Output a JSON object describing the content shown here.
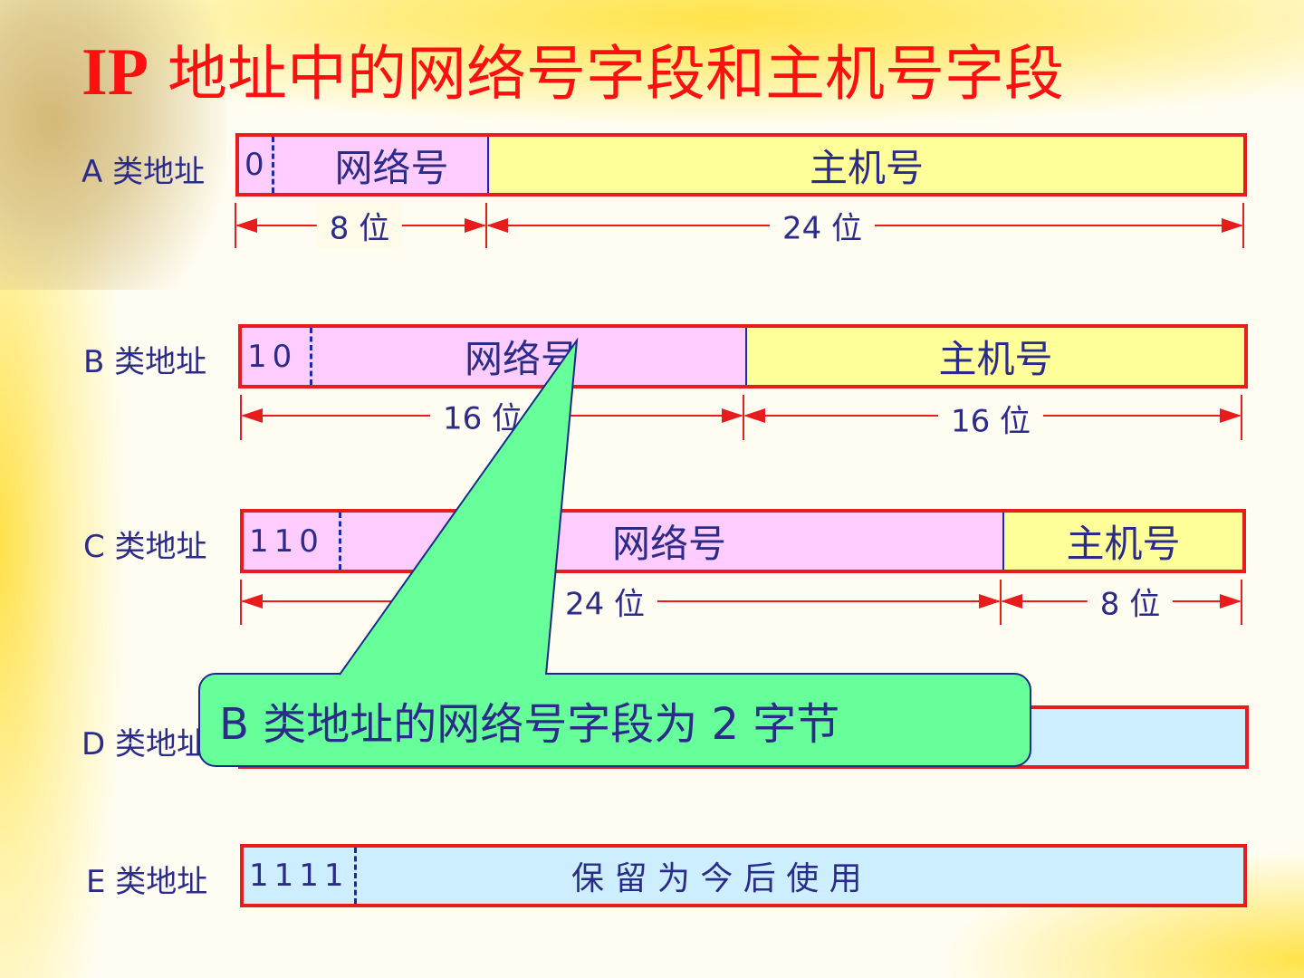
{
  "title": {
    "ip": "IP",
    "rest": " 地址中的网络号字段和主机号字段"
  },
  "rows": [
    {
      "label": "A 类地址",
      "bits": "0",
      "net": "网络号",
      "host": "主机号",
      "dims": [
        "8 位",
        "24 位"
      ]
    },
    {
      "label": "B 类地址",
      "bits": "10",
      "net": "网络号",
      "host": "主机号",
      "dims": [
        "16 位",
        "16 位"
      ]
    },
    {
      "label": "C 类地址",
      "bits": "110",
      "net": "网络号",
      "host": "主机号",
      "dims": [
        "24 位",
        "8 位"
      ]
    },
    {
      "label": "D 类地址"
    },
    {
      "label": "E 类地址",
      "bits": "1111",
      "reserved": "保 留 为 今 后 使 用"
    }
  ],
  "callout": {
    "text": "B 类地址的网络号字段为 2 字节"
  },
  "colors": {
    "net": "#ffccff",
    "host": "#ffff99",
    "reserved": "#cceeff",
    "border": "#e81c1c",
    "callout": "#66ff99"
  }
}
